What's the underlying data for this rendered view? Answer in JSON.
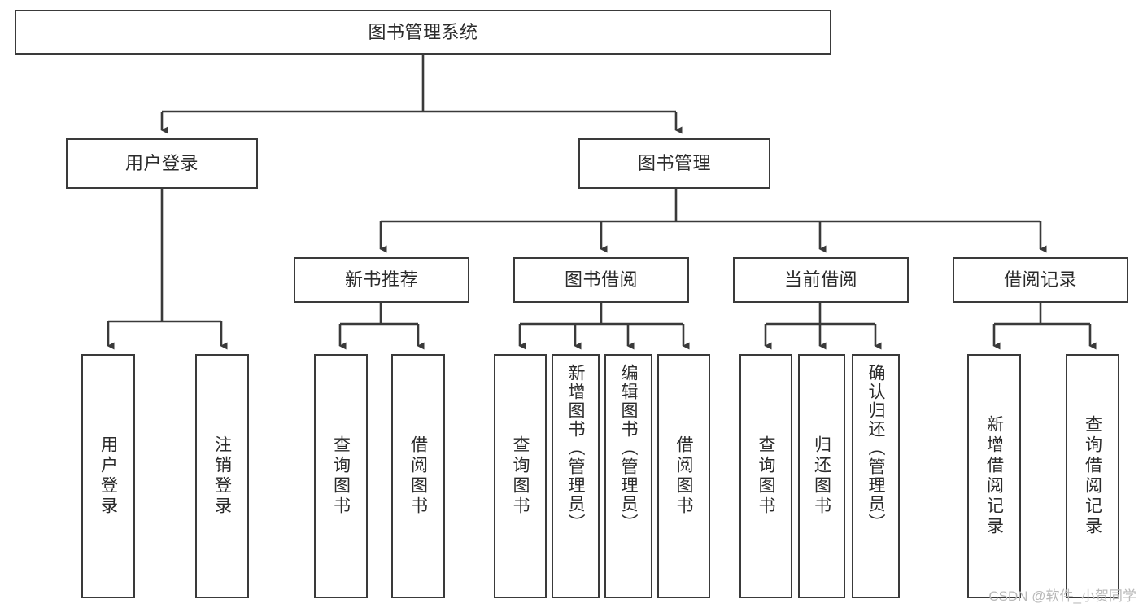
{
  "diagram": {
    "title": "图书管理系统",
    "type": "tree",
    "root": {
      "label": "图书管理系统"
    },
    "level2": [
      {
        "label": "用户登录"
      },
      {
        "label": "图书管理"
      }
    ],
    "level3": [
      {
        "label": "新书推荐"
      },
      {
        "label": "图书借阅"
      },
      {
        "label": "当前借阅"
      },
      {
        "label": "借阅记录"
      }
    ],
    "leaves": {
      "user_login": [
        {
          "label": "用户登录"
        },
        {
          "label": "注销登录"
        }
      ],
      "new_book_recommend": [
        {
          "label": "查询图书"
        },
        {
          "label": "借阅图书"
        }
      ],
      "book_borrow": [
        {
          "label": "查询图书"
        },
        {
          "label": "新增图书（管理员）"
        },
        {
          "label": "编辑图书（管理员）"
        },
        {
          "label": "借阅图书"
        }
      ],
      "current_borrow": [
        {
          "label": "查询图书"
        },
        {
          "label": "归还图书"
        },
        {
          "label": "确认归还（管理员）"
        }
      ],
      "borrow_record": [
        {
          "label": "新增借阅记录"
        },
        {
          "label": "查询借阅记录"
        }
      ]
    },
    "watermark": "CSDN @软件_小贺同学",
    "colors": {
      "stroke": "#3a3a3a",
      "text": "#2b2b2b",
      "background": "#ffffff",
      "watermark": "#b9b9b9"
    }
  }
}
